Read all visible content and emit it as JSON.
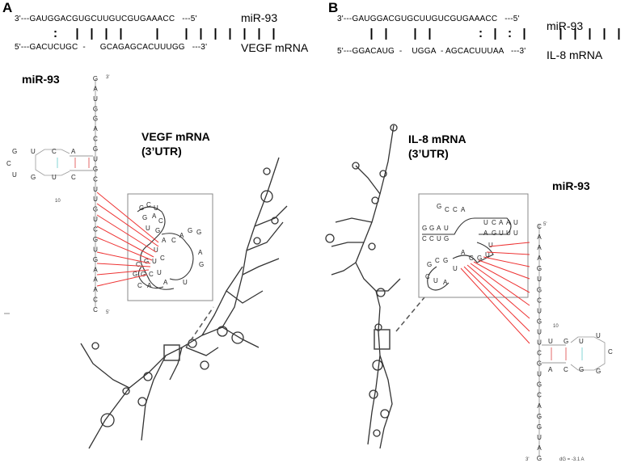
{
  "panel_a": {
    "letter": "A",
    "mirna_seq": "3'---GAUGGACGUGCUUGUCGUGAAACC   ---5'",
    "mirna_label": "miR-93",
    "pairing": ":  | | | |    |   | | | | | | |",
    "target_seq": "5'---GACUCUGC  -      GCAGAGCACUUUGG   ---3'",
    "target_label": "VEGF mRNA",
    "mirna_title": "miR-93",
    "structure_title_line1": "VEGF mRNA",
    "structure_title_line2": "(3’UTR)",
    "stem_bases": [
      "G",
      "A",
      "U",
      "G",
      "G",
      "A",
      "C",
      "G",
      "U",
      "G",
      "C",
      "U",
      "U",
      "G",
      "U",
      "C",
      "G",
      "U",
      "G",
      "A",
      "A",
      "A",
      "C",
      "C"
    ],
    "strand_end_top": "3'",
    "strand_end_bottom": "5'",
    "position_label": "10"
  },
  "panel_b": {
    "letter": "B",
    "mirna_seq": "3'---GAUGGACGUGCUUGUCGUGAAACC   ---5'",
    "mirna_label": "miR-93",
    "pairing": "| |   | |      : | : |    | | | | | | |",
    "target_seq": "5'---GGACAUG  -    UGGA  - AGCACUUUAA   ---3'",
    "target_label": "IL-8 mRNA",
    "mirna_title": "miR-93",
    "structure_title_line1": "IL-8 mRNA",
    "structure_title_line2": "(3’UTR)",
    "stem_bases": [
      "C",
      "A",
      "A",
      "A",
      "G",
      "U",
      "G",
      "C",
      "U",
      "G",
      "U",
      "U",
      "C",
      "G",
      "U",
      "G",
      "C",
      "A",
      "G",
      "G",
      "U",
      "A",
      "G"
    ],
    "strand_end_top": "5'",
    "strand_end_bottom": "3'",
    "position_label": "10",
    "footnote": "dG = -3.1 A"
  }
}
